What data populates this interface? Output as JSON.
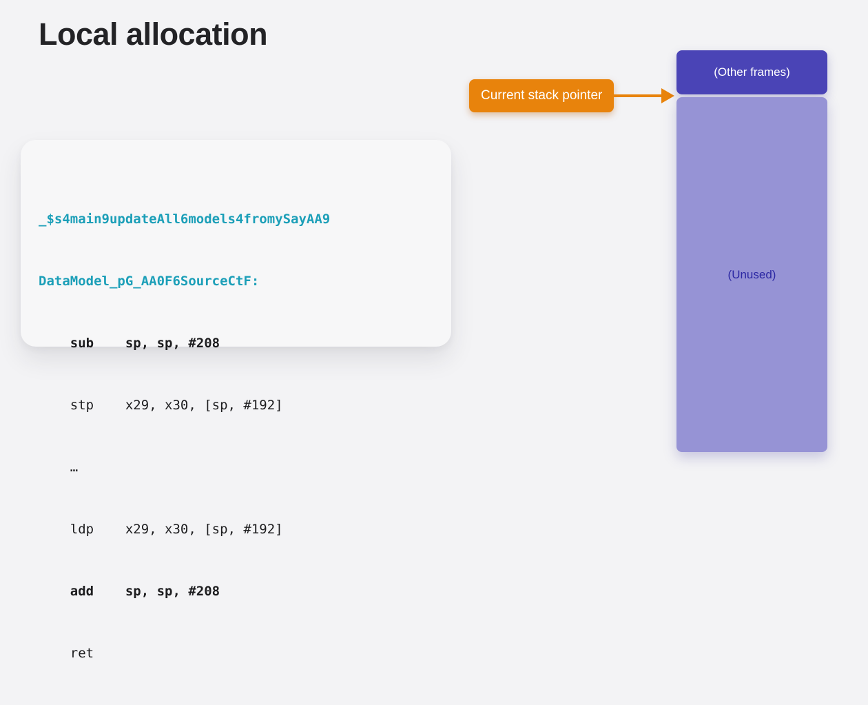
{
  "page": {
    "title": "Local allocation"
  },
  "code_card": {
    "lines": [
      {
        "text": "_$s4main9updateAll6models4fromySayAA9",
        "style": "symbol"
      },
      {
        "text": "DataModel_pG_AA0F6SourceCtF:",
        "style": "symbol"
      },
      {
        "text": "    sub    sp, sp, #208",
        "style": "bold"
      },
      {
        "text": "    stp    x29, x30, [sp, #192]",
        "style": "normal"
      },
      {
        "text": "    …",
        "style": "normal"
      },
      {
        "text": "    ldp    x29, x30, [sp, #192]",
        "style": "normal"
      },
      {
        "text": "    add    sp, sp, #208",
        "style": "bold"
      },
      {
        "text": "    ret",
        "style": "normal"
      }
    ]
  },
  "callout": {
    "label": "Current stack pointer"
  },
  "stack": {
    "other_frames_label": "(Other frames)",
    "unused_label": "(Unused)"
  },
  "colors": {
    "background": "#f3f3f5",
    "card_background": "#f7f7f8",
    "symbol_teal": "#1c9fb8",
    "code_text": "#1d1d1f",
    "callout_orange": "#e8830c",
    "other_frames_indigo": "#4a44b6",
    "unused_purple": "#9693d5",
    "unused_text_indigo": "#2b27a3"
  }
}
